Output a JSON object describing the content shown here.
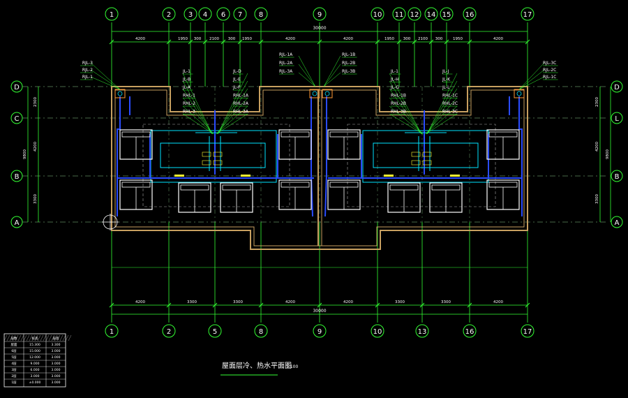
{
  "drawing": {
    "title": "屋面层冷、热水平面图",
    "scale": "1:100"
  },
  "colors": {
    "background": "#000000",
    "grid": "#33ff33",
    "wall": "#c8a060",
    "pipe_blue": "#2a4cff",
    "pipe_cyan": "#00e5ff",
    "text": "#ffffff",
    "fixture": "#ffffff",
    "accent_yellow": "#ffff33"
  },
  "grid_top": [
    "1",
    "2",
    "3",
    "4",
    "6",
    "7",
    "8",
    "9",
    "10",
    "11",
    "12",
    "14",
    "15",
    "16",
    "17"
  ],
  "grid_bottom": [
    "1",
    "2",
    "5",
    "8",
    "9",
    "10",
    "13",
    "16",
    "17"
  ],
  "grid_left": [
    "D",
    "C",
    "B",
    "A"
  ],
  "grid_right": [
    "D",
    "L",
    "B",
    "A"
  ],
  "dims_top_row1": [
    "4200",
    "1950",
    "300",
    "2100",
    "300",
    "1950",
    "4200",
    "4200",
    "1950",
    "300",
    "2100",
    "300",
    "1950",
    "4200"
  ],
  "dims_top_total": "30000",
  "dims_bottom_row1": [
    "4200",
    "3300",
    "3300",
    "4200",
    "4200",
    "3300",
    "3300",
    "4200"
  ],
  "dims_bottom_total": "30000",
  "dims_left": [
    "2300",
    "4200",
    "3300"
  ],
  "dims_left_total": "9800",
  "dims_right": [
    "2300",
    "4200",
    "3300"
  ],
  "dims_right_total": "9800",
  "pipe_labels": {
    "left_group": [
      "RJL-3",
      "RJL-2",
      "RJL-1"
    ],
    "center_left_a": [
      "JL-1",
      "JL-B",
      "JL-A",
      "RHL-1",
      "RHL-2",
      "RHL-3"
    ],
    "center_left_b": [
      "JL-D",
      "JL-E",
      "JL-F",
      "RHL-1A",
      "RHL-2A",
      "RHL-3A"
    ],
    "center_top_a": [
      "RJL-1A",
      "RJL-2A",
      "RJL-3A"
    ],
    "center_top_b": [
      "RJL-1B",
      "RJL-2B",
      "RJL-3B"
    ],
    "center_right_a": [
      "JL-1",
      "JL-H",
      "JL-G",
      "RHL-1B",
      "RHL-2B",
      "RHL-3B"
    ],
    "center_right_b": [
      "JL-J",
      "JL-K",
      "JL-L",
      "RHL-1C",
      "RHL-2C",
      "RHL-3C"
    ],
    "right_group": [
      "RJL-3C",
      "RJL-2C",
      "RJL-1C"
    ]
  },
  "legend_table": {
    "headers": [
      "层数",
      "标高",
      "层高"
    ],
    "rows": [
      [
        "屋面",
        "15.300",
        "3.300"
      ],
      [
        "6层",
        "15.000",
        "3.000"
      ],
      [
        "5层",
        "12.000",
        "3.000"
      ],
      [
        "4层",
        "9.000",
        "3.000"
      ],
      [
        "3层",
        "6.000",
        "3.000"
      ],
      [
        "2层",
        "3.000",
        "3.000"
      ],
      [
        "1层",
        "±0.000",
        "3.000"
      ]
    ]
  }
}
